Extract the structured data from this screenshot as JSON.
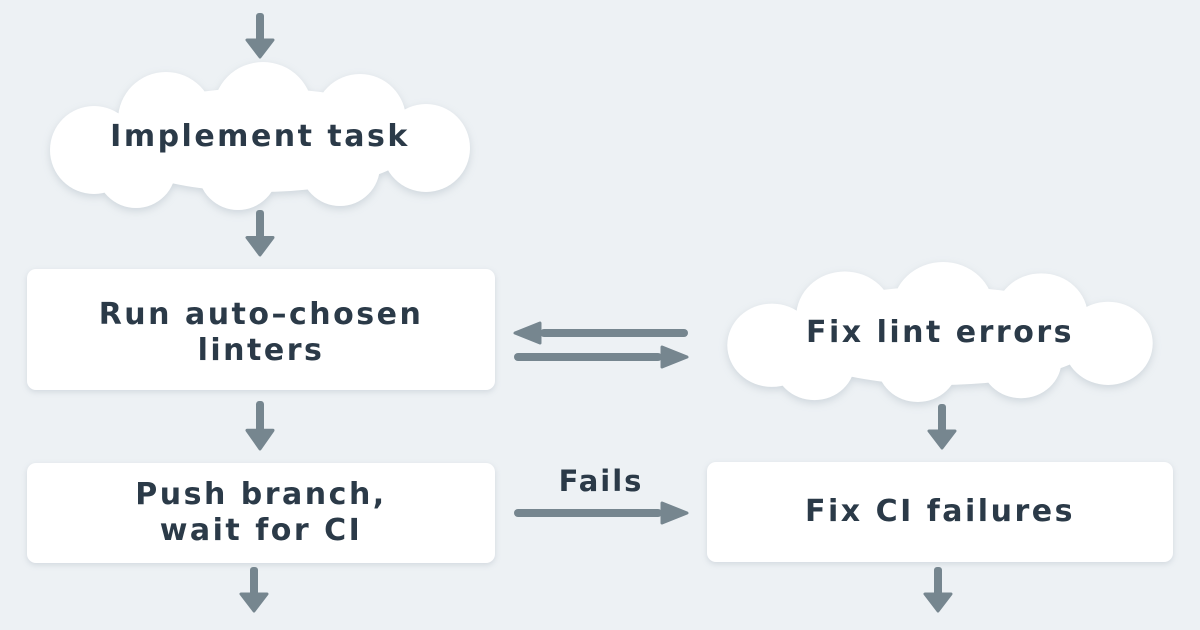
{
  "diagram": {
    "colors": {
      "background": "#edf1f4",
      "node_fill": "#ffffff",
      "text": "#2b3a48",
      "arrow": "#76868f"
    },
    "nodes": [
      {
        "id": "implement-task",
        "shape": "cloud",
        "label": "Implement task"
      },
      {
        "id": "run-auto-chosen-linters",
        "shape": "rect",
        "label": "Run auto–chosen linters",
        "line1": "Run auto–chosen",
        "line2": "linters"
      },
      {
        "id": "fix-lint-errors",
        "shape": "cloud",
        "label": "Fix lint errors"
      },
      {
        "id": "push-branch-wait-for-ci",
        "shape": "rect",
        "label": "Push branch, wait for CI",
        "line1": "Push branch,",
        "line2": "wait for CI"
      },
      {
        "id": "fix-ci-failures",
        "shape": "rect",
        "label": "Fix CI failures"
      }
    ],
    "edges": [
      {
        "from": "start",
        "to": "implement-task",
        "direction": "down",
        "label": ""
      },
      {
        "from": "implement-task",
        "to": "run-auto-chosen-linters",
        "direction": "down",
        "label": ""
      },
      {
        "from": "fix-lint-errors",
        "to": "run-auto-chosen-linters",
        "direction": "left",
        "label": ""
      },
      {
        "from": "run-auto-chosen-linters",
        "to": "fix-lint-errors",
        "direction": "right",
        "label": ""
      },
      {
        "from": "run-auto-chosen-linters",
        "to": "push-branch-wait-for-ci",
        "direction": "down",
        "label": ""
      },
      {
        "from": "fix-lint-errors",
        "to": "fix-ci-failures",
        "direction": "down",
        "label": ""
      },
      {
        "from": "push-branch-wait-for-ci",
        "to": "fix-ci-failures",
        "direction": "right",
        "label": "Fails"
      },
      {
        "from": "push-branch-wait-for-ci",
        "to": "next",
        "direction": "down",
        "label": ""
      },
      {
        "from": "fix-ci-failures",
        "to": "next",
        "direction": "down",
        "label": ""
      }
    ]
  }
}
